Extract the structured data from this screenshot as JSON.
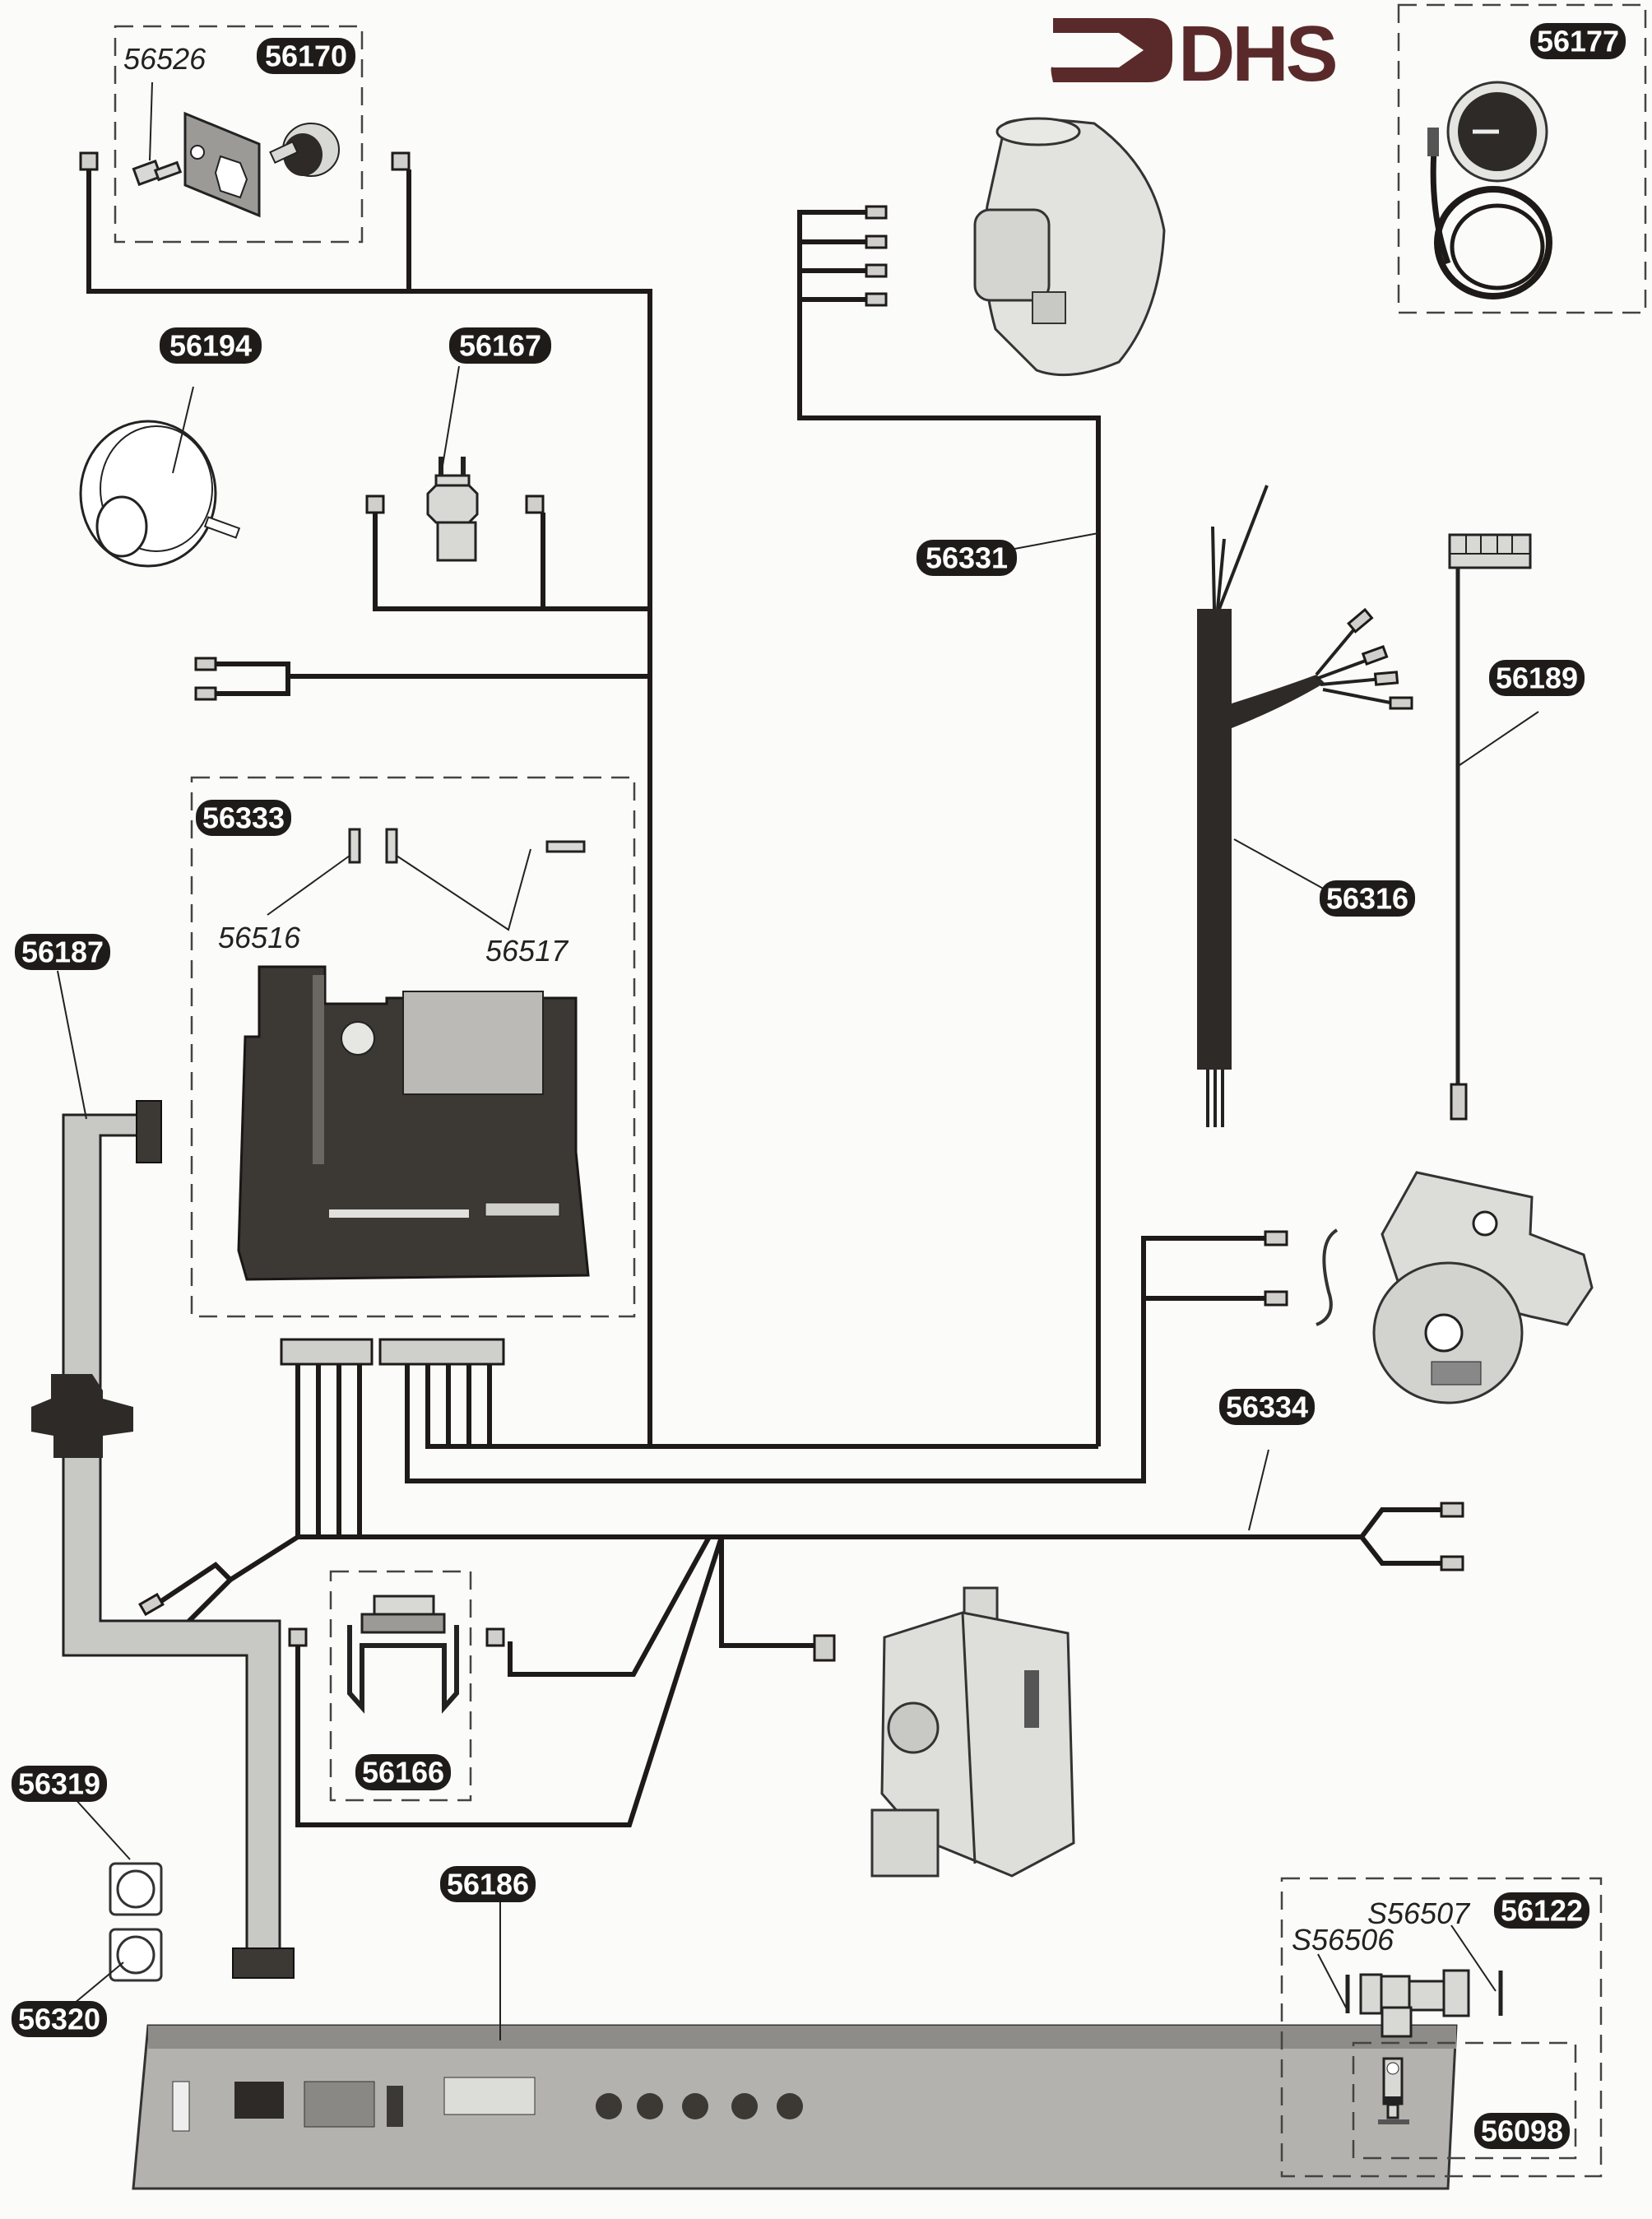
{
  "brand": {
    "logo_text": "DHS",
    "logo_color": "#5a2a2a"
  },
  "badges": {
    "b56170": "56170",
    "b56177": "56177",
    "b56194": "56194",
    "b56167": "56167",
    "b56331": "56331",
    "b56189": "56189",
    "b56333": "56333",
    "b56316": "56316",
    "b56187": "56187",
    "b56334": "56334",
    "b56166": "56166",
    "b56319": "56319",
    "b56186": "56186",
    "b56320": "56320",
    "b56122": "56122",
    "b56098": "56098"
  },
  "sub_labels": {
    "l56526": "56526",
    "l56516": "56516",
    "l56517": "56517",
    "lS56507": "S56507",
    "lS56506": "S56506"
  },
  "colors": {
    "badge_bg": "#1f1b19",
    "badge_text": "#ffffff",
    "wire": "#1e1a18",
    "background": "#fbfbf9"
  }
}
